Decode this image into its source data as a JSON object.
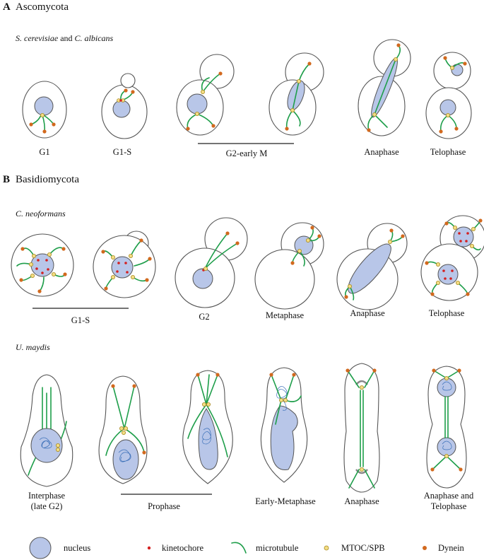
{
  "section_a": {
    "letter": "A",
    "title": "Ascomycota",
    "subtitle_part1": "S. cerevisiae",
    "subtitle_part2": " and ",
    "subtitle_part3": "C. albicans",
    "stages": [
      "G1",
      "G1-S",
      "G2-early M",
      "Anaphase",
      "Telophase"
    ]
  },
  "section_b": {
    "letter": "B",
    "title": "Basidiomycota",
    "c_neoformans": {
      "subtitle": "C. neoformans",
      "stages": [
        "G1-S",
        "G2",
        "Metaphase",
        "Anaphase",
        "Telophase"
      ]
    },
    "u_maydis": {
      "subtitle": "U. maydis",
      "stages": [
        "Interphase",
        "(late G2)",
        "Prophase",
        "Early-Metaphase",
        "Anaphase",
        "Anaphase and",
        "Telophase"
      ]
    }
  },
  "legend": {
    "nucleus": "nucleus",
    "kinetochore": "kinetochore",
    "microtubule": "microtubule",
    "mtoc": "MTOC/SPB",
    "dynein": "Dynein"
  },
  "colors": {
    "nucleus": "#b8c6e8",
    "microtubule": "#1e9e4a",
    "dynein": "#d2691e",
    "kinetochore": "#d42020",
    "mtoc": "#f3dd84",
    "chromatin": "#3a6fb8"
  }
}
